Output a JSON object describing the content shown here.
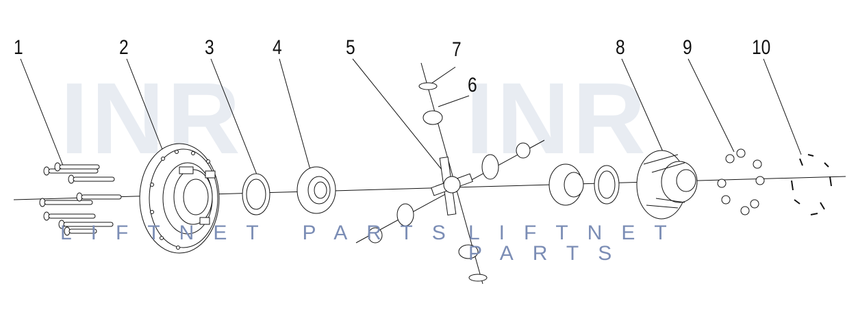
{
  "watermark": {
    "logo_letters": "INR",
    "logo_letters_2": "INR",
    "brand_text_1": "LIFTNET PARTS",
    "brand_text_2": "LIFTNET PARTS"
  },
  "callouts": [
    "1",
    "2",
    "3",
    "4",
    "5",
    "6",
    "7",
    "8",
    "9",
    "10"
  ],
  "colors": {
    "line": "#111111",
    "watermark_logo": "#e8ecf2",
    "watermark_text": "#7b8db5"
  }
}
